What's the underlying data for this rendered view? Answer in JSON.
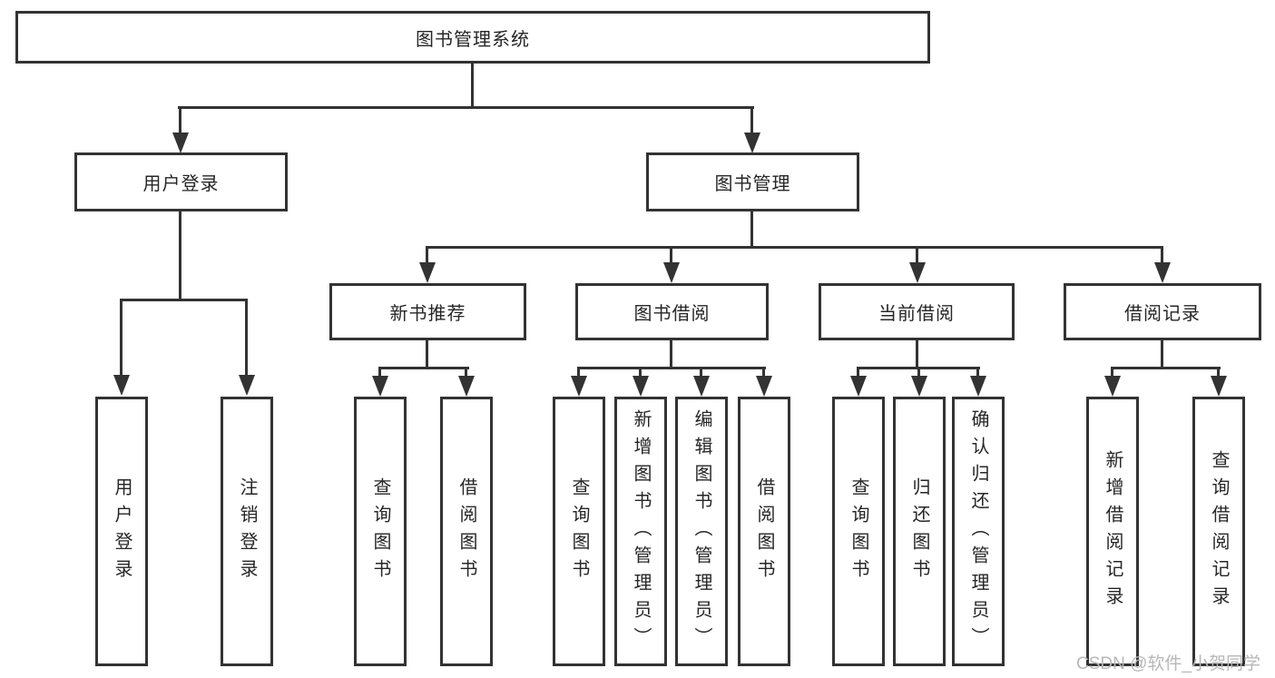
{
  "tree": {
    "label": "图书管理系统",
    "children": [
      {
        "label": "用户登录",
        "children": [
          {
            "label": "用户登录"
          },
          {
            "label": "注销登录"
          }
        ]
      },
      {
        "label": "图书管理",
        "children": [
          {
            "label": "新书推荐",
            "children": [
              {
                "label": "查询图书"
              },
              {
                "label": "借阅图书"
              }
            ]
          },
          {
            "label": "图书借阅",
            "children": [
              {
                "label": "查询图书"
              },
              {
                "label": "新增图书（管理员）"
              },
              {
                "label": "编辑图书（管理员）"
              },
              {
                "label": "借阅图书"
              }
            ]
          },
          {
            "label": "当前借阅",
            "children": [
              {
                "label": "查询图书"
              },
              {
                "label": "归还图书"
              },
              {
                "label": "确认归还（管理员）"
              }
            ]
          },
          {
            "label": "借阅记录",
            "children": [
              {
                "label": "新增借阅记录"
              },
              {
                "label": "查询借阅记录"
              }
            ]
          }
        ]
      }
    ]
  },
  "watermark": {
    "text": "CSDN @软件_小贺同学"
  },
  "colors": {
    "line": "#333333",
    "box_border": "#333333",
    "text": "#262626",
    "watermark": "#b7b7b7",
    "background": "#ffffff"
  }
}
